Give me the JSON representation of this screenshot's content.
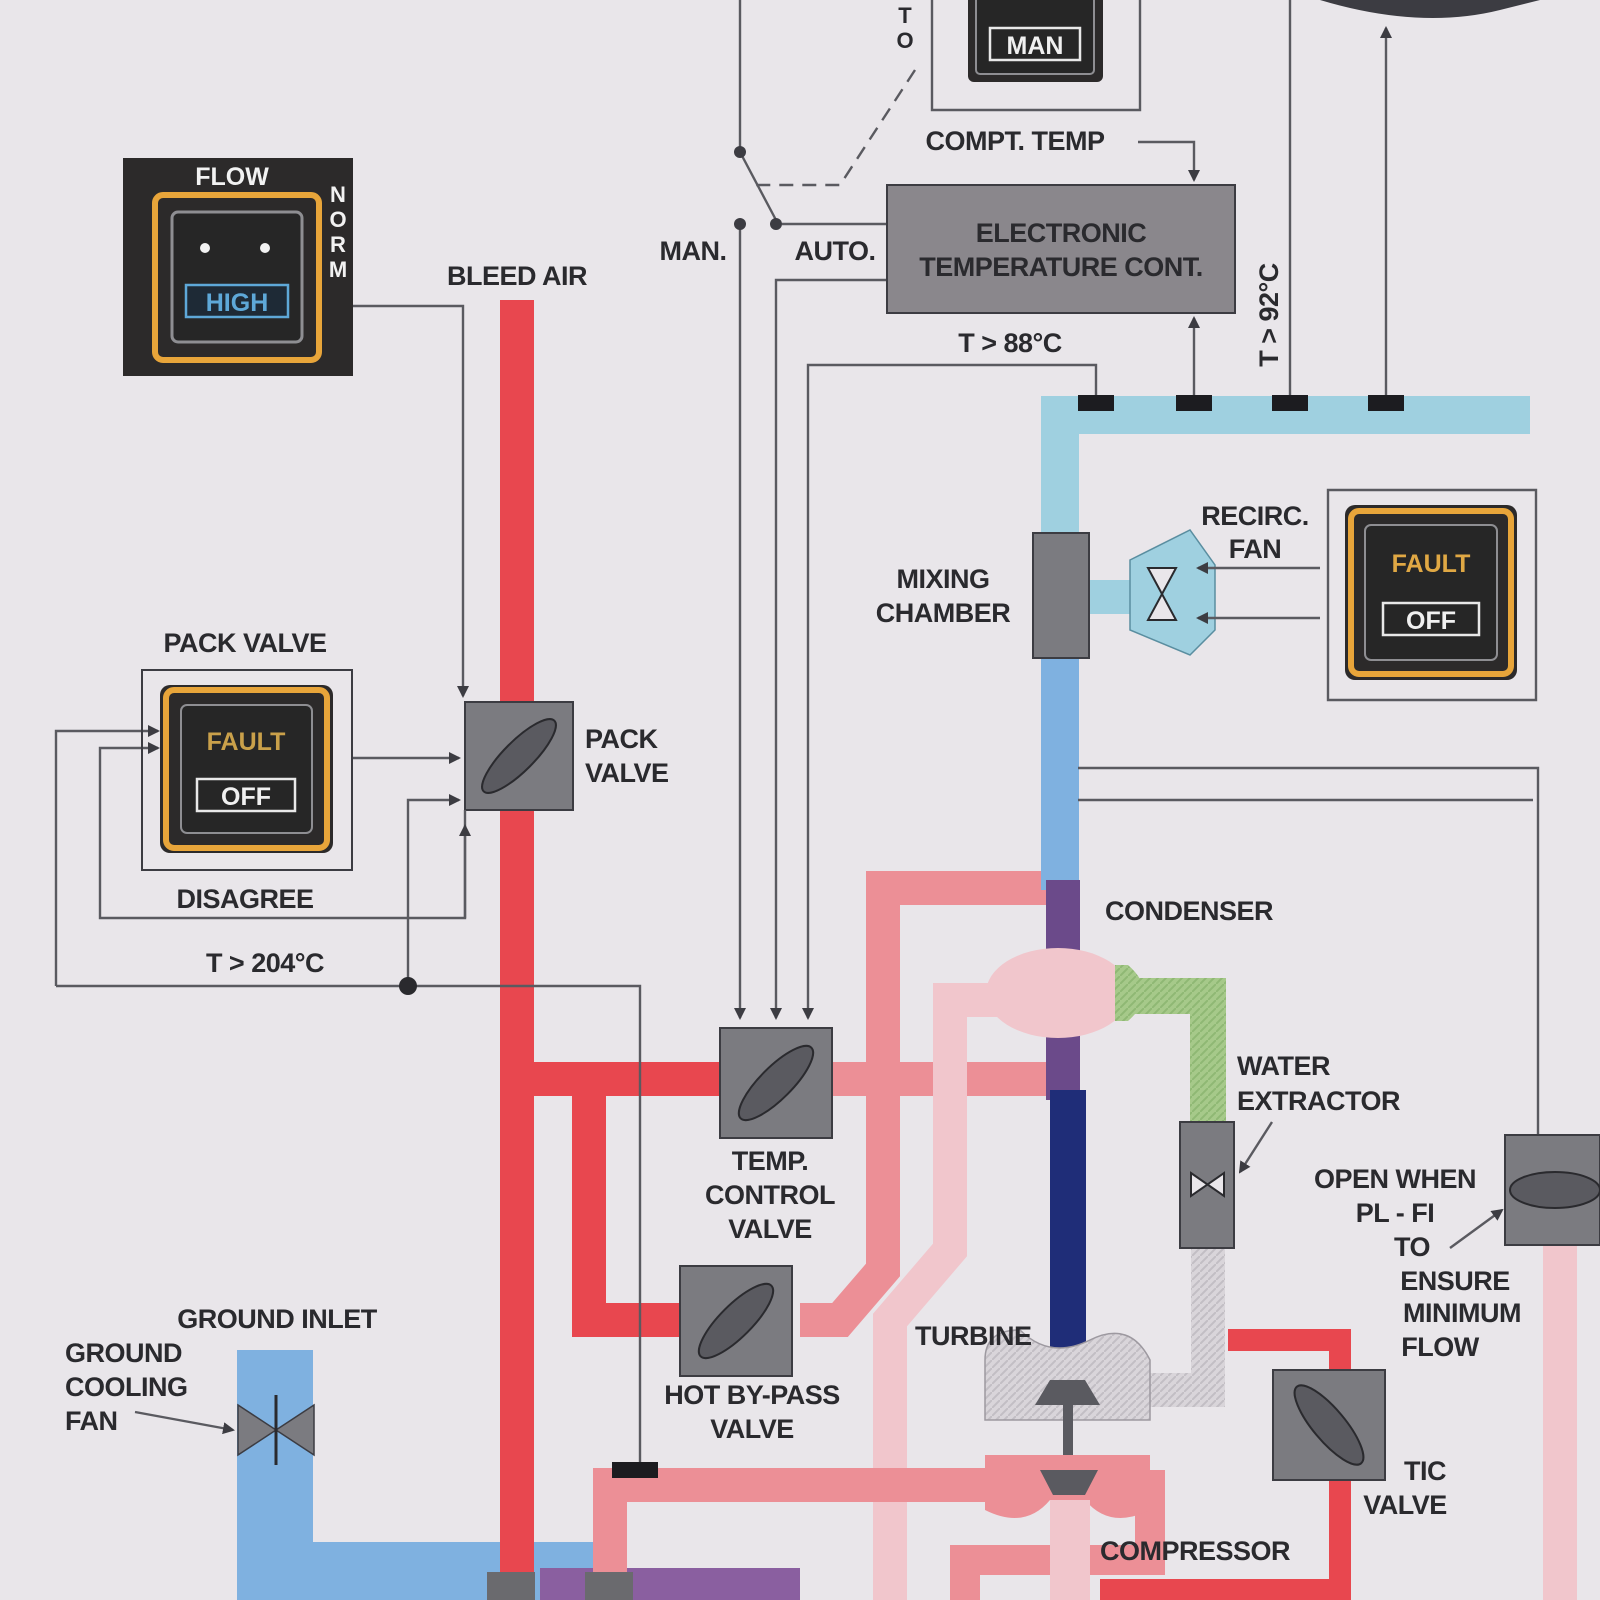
{
  "colors": {
    "background": "#e9e6ea",
    "bleed_red": "#e8474f",
    "hot_pink": "#ec8f96",
    "light_pink": "#f1c6cc",
    "cold_blue": "#7fb1e0",
    "recirc_cyan": "#9fd0e0",
    "turbine_navy": "#1f2d78",
    "condenser_purple": "#6b4a8a",
    "water_green": "#a6c98a",
    "valve_gray": "#7b7b80",
    "panel_dark": "#2c2a2a",
    "panel_amber": "#e8a53a"
  },
  "panels": {
    "flow": {
      "title": "FLOW",
      "button": "HIGH",
      "side": "NORM"
    },
    "pack_valve": {
      "title": "PACK VALVE",
      "fault": "FAULT",
      "off": "OFF",
      "caption": "DISAGREE"
    },
    "recirc_fan": {
      "fault": "FAULT",
      "off": "OFF"
    },
    "temp_mode": {
      "button": "MAN",
      "side_fragment": "TO"
    }
  },
  "labels": {
    "bleed_air": "BLEED AIR",
    "man": "MAN.",
    "auto": "AUTO.",
    "compt_temp": "COMPT. TEMP",
    "etc_line1": "ELECTRONIC",
    "etc_line2": "TEMPERATURE CONT.",
    "t88": "T > 88°C",
    "t92": "T > 92°C",
    "t204": "T > 204°C",
    "pack_valve_1": "PACK",
    "pack_valve_2": "VALVE",
    "recirc_1": "RECIRC.",
    "recirc_2": "FAN",
    "mixing_1": "MIXING",
    "mixing_2": "CHAMBER",
    "condenser": "CONDENSER",
    "water_1": "WATER",
    "water_2": "EXTRACTOR",
    "tcv_1": "TEMP.",
    "tcv_2": "CONTROL",
    "tcv_3": "VALVE",
    "hbp_1": "HOT BY-PASS",
    "hbp_2": "VALVE",
    "turbine": "TURBINE",
    "compressor": "COMPRESSOR",
    "tic_1": "TIC",
    "tic_2": "VALVE",
    "open_1": "OPEN WHEN",
    "open_2": "PL - FI",
    "open_3": "TO",
    "open_4": "ENSURE",
    "open_5": "MINIMUM",
    "open_6": "FLOW",
    "ground_inlet": "GROUND INLET",
    "gcf_1": "GROUND",
    "gcf_2": "COOLING",
    "gcf_3": "FAN"
  }
}
